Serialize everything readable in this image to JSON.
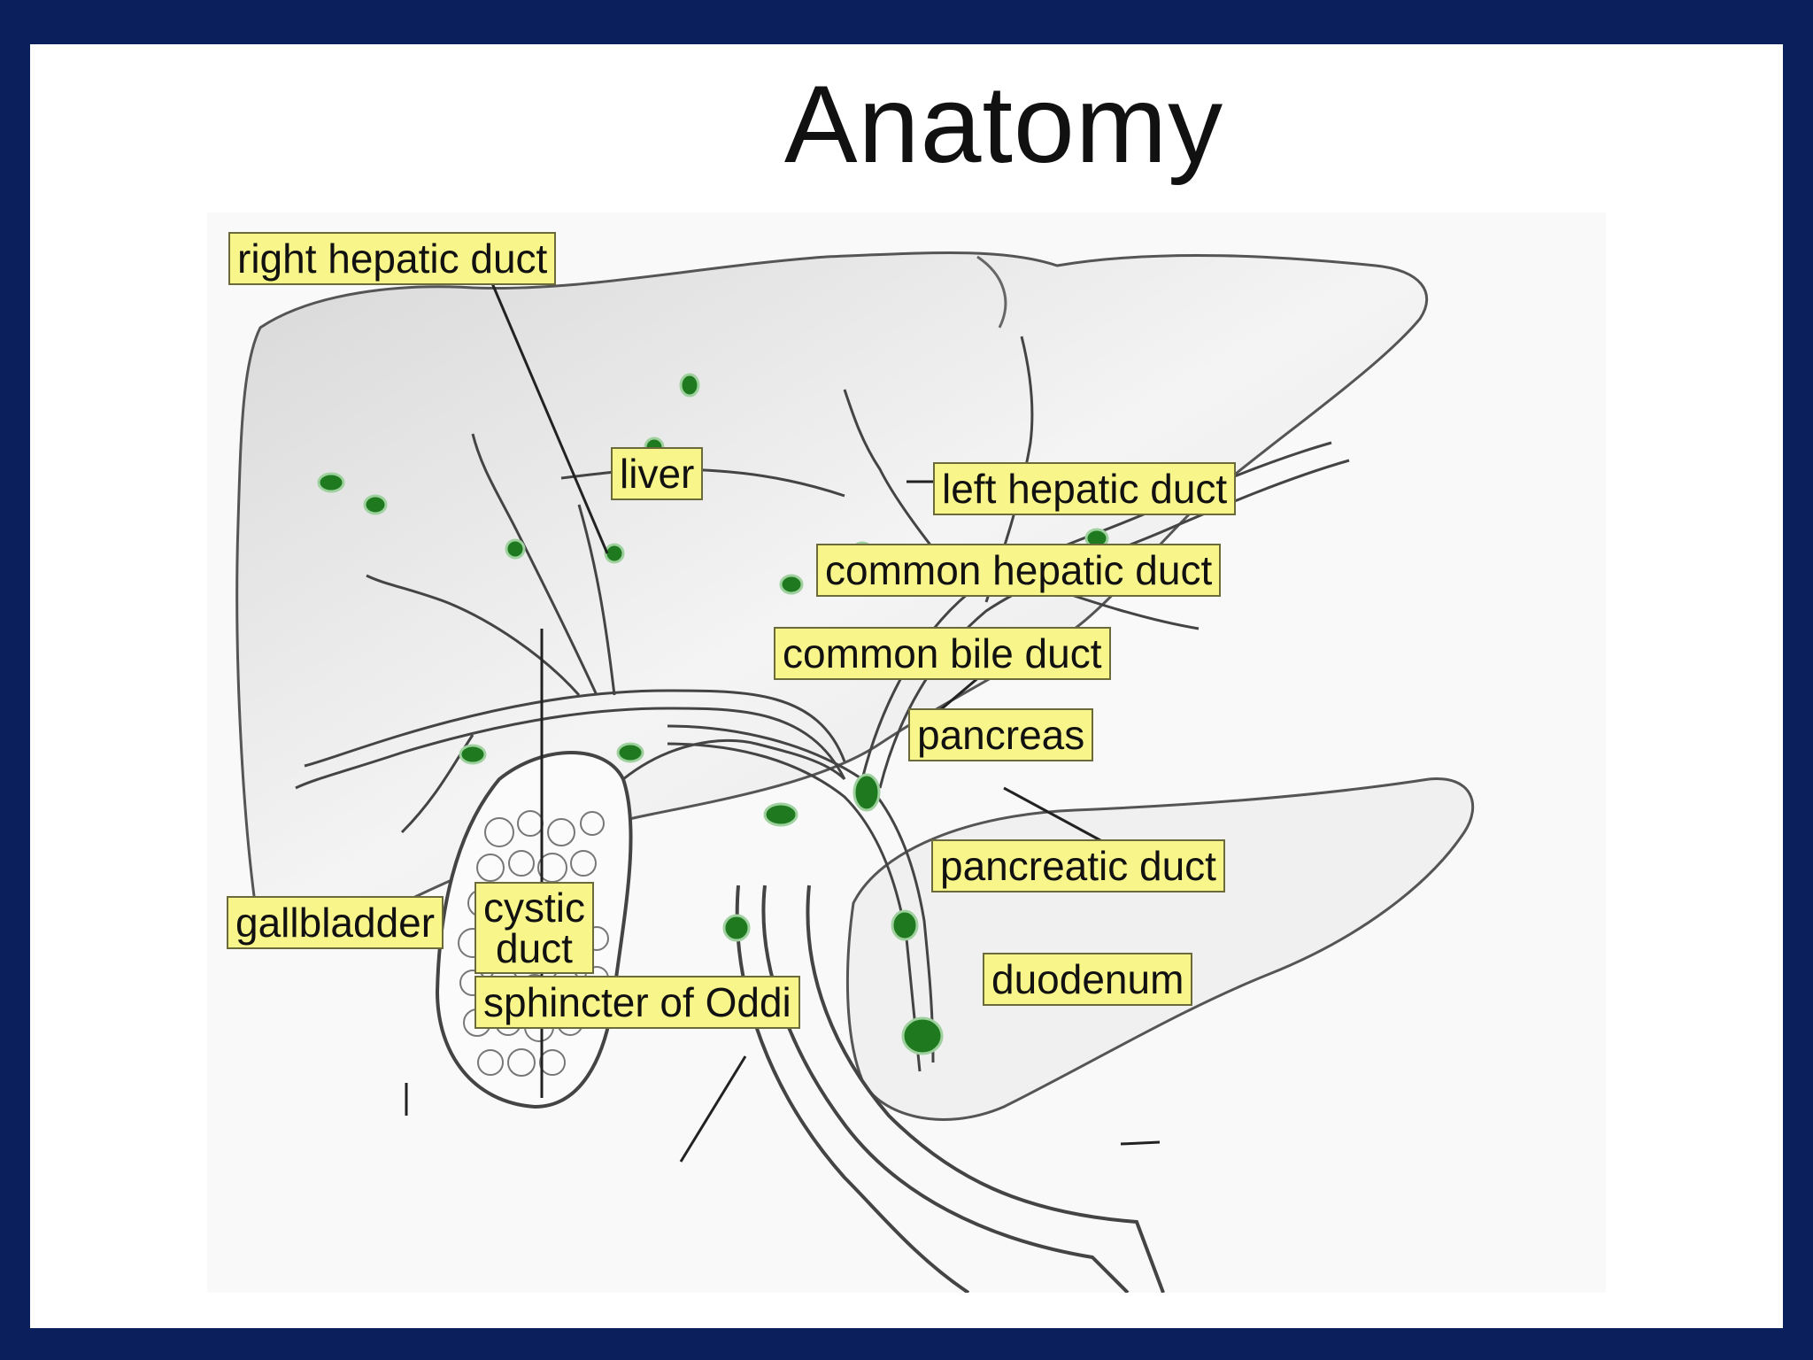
{
  "title": "Anatomy",
  "labels": {
    "right_hepatic_duct": "right hepatic duct",
    "liver": "liver",
    "left_hepatic_duct": "left hepatic duct",
    "common_hepatic_duct": "common hepatic duct",
    "common_bile_duct": "common bile duct",
    "pancreas": "pancreas",
    "pancreatic_duct": "pancreatic duct",
    "gallbladder": "gallbladder",
    "cystic_duct_line1": "cystic",
    "cystic_duct_line2": "duct",
    "sphincter_of_oddi": "sphincter of Oddi",
    "duodenum": "duodenum"
  },
  "colors": {
    "frame": "#0a1f5c",
    "label_fill": "#f8f58a",
    "stone_green": "#1f7a1f"
  }
}
